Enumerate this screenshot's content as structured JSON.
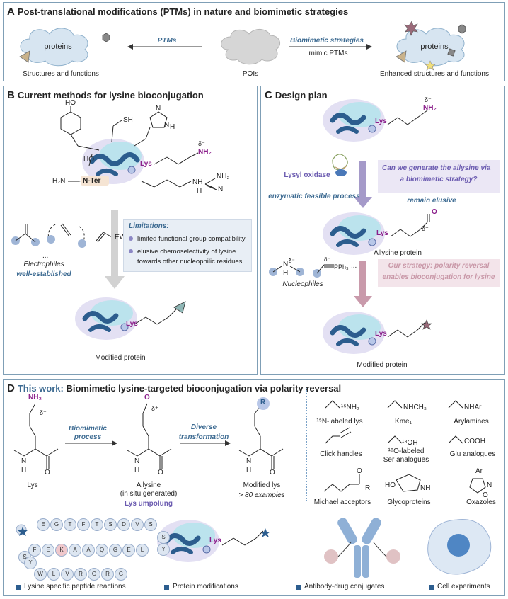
{
  "panelA": {
    "letter": "A",
    "title": "Post-translational modifications (PTMs) in nature and biomimetic strategies",
    "proteins_label": "proteins",
    "ptms_label": "PTMs",
    "biomimetic_label": "Biomimetic strategies",
    "mimic_label": "mimic PTMs",
    "left_caption": "Structures and functions",
    "center_caption": "POIs",
    "right_caption": "Enhanced structures and functions"
  },
  "panelB": {
    "letter": "B",
    "title": "Current methods for lysine bioconjugation",
    "ho": "HO",
    "sh": "SH",
    "nh_imid": "N",
    "h_imid": "H",
    "n_imid2": "N",
    "ho2": "HO",
    "lys": "Lys",
    "delta_minus": "δ⁻",
    "nh2": "NH₂",
    "h2n": "H₂N",
    "nter": "N-Ter",
    "guan_nh2": "NH₂",
    "guan_nh": "NH",
    "guan_n": "N",
    "guan_h": "H",
    "electrophiles": "Electrophiles",
    "well_established": "well-established",
    "ewg": "EWG",
    "dots": "...",
    "limitations_title": "Limitations:",
    "limitations": [
      "limited functional group compatibility",
      "elusive chemoselectivity of lysine",
      "towards other nucleophilic residues"
    ],
    "modified_protein": "Modified protein",
    "lys2": "Lys"
  },
  "panelC": {
    "letter": "C",
    "title": "Design plan",
    "lys": "Lys",
    "delta_minus": "δ⁻",
    "nh2": "NH₂",
    "lysyl_oxidase": "Lysyl oxidase",
    "enzymatic": "enzymatic feasible process",
    "question": [
      "Can we generate the allysine via",
      "a biomimetic strategy?"
    ],
    "remain_elusive": "remain elusive",
    "lys2": "Lys",
    "o": "O",
    "delta_plus": "δ⁺",
    "allysine_protein": "Allysine protein",
    "nh": "N",
    "h": "H",
    "pph3": "PPh₃",
    "dots": "...",
    "nucleophiles": "Nucleophiles",
    "strategy": [
      "Our strategy: polarity reversal",
      "enables bioconjugation for lysine"
    ],
    "lys3": "Lys",
    "modified_protein": "Modified protein"
  },
  "panelD": {
    "letter": "D",
    "title_blue": "This work:",
    "title_rest": "Biomimetic lysine-targeted bioconjugation via polarity reversal",
    "nh2": "NH₂",
    "delta_minus": "δ⁻",
    "o_ald": "O",
    "delta_plus": "δ⁺",
    "r": "R",
    "h": "H",
    "n": "N",
    "o": "O",
    "biomimetic_process": [
      "Biomimetic",
      "process"
    ],
    "diverse": "Diverse",
    "transformation": "transformation",
    "lys_label": "Lys",
    "allysine_label": "Allysine",
    "in_situ": "(in situ generated)",
    "umpolung": "Lys umpolung",
    "modified_lys": "Modified lys",
    "examples": "> 80 examples",
    "grid": [
      {
        "mol": "¹⁵NH₂",
        "label": "¹⁵N-labeled lys"
      },
      {
        "mol": "NHCH₃",
        "label": "Kme₁"
      },
      {
        "mol": "NHAr",
        "label": "Arylamines"
      },
      {
        "mol": "",
        "label": "Click handles"
      },
      {
        "mol": "¹⁸OH",
        "label": "¹⁸O-labeled"
      },
      {
        "mol": "COOH",
        "label": "Glu analogues"
      },
      {
        "mol": "O",
        "label": "Michael acceptors"
      },
      {
        "mol": "HO",
        "label": "Glycoproteins"
      },
      {
        "mol": "Ar",
        "label": "Oxazoles"
      }
    ],
    "ser_analogues": "Ser analogues",
    "michael_r": "R",
    "glyco_nh": "NH",
    "oxazole_n": "N",
    "oxazole_o": "O",
    "peptide_top": [
      "E",
      "G",
      "T",
      "F",
      "T",
      "S",
      "D",
      "V",
      "S"
    ],
    "peptide_mid": [
      "F",
      "E",
      "K",
      "A",
      "A",
      "Q",
      "G",
      "E",
      "L"
    ],
    "peptide_bot": [
      "W",
      "L",
      "V",
      "R",
      "G",
      "R",
      "G"
    ],
    "peptide_right": [
      "S",
      "Y"
    ],
    "peptide_left": [
      "S",
      "Y"
    ],
    "lys": "Lys",
    "applications": [
      "Lysine specific peptide reactions",
      "Protein modifications",
      "Antibody-drug conjugates",
      "Cell experiments"
    ]
  },
  "colors": {
    "panel_border": "#7f9fb6",
    "cloud": "#d9e6f1",
    "protein_blue": "#2c5d8e",
    "lys_purple": "#8b1f8b",
    "arrow_gray": "#cfcfcf",
    "arrow_purple": "#a59ac9",
    "arrow_pink": "#c99aab"
  }
}
